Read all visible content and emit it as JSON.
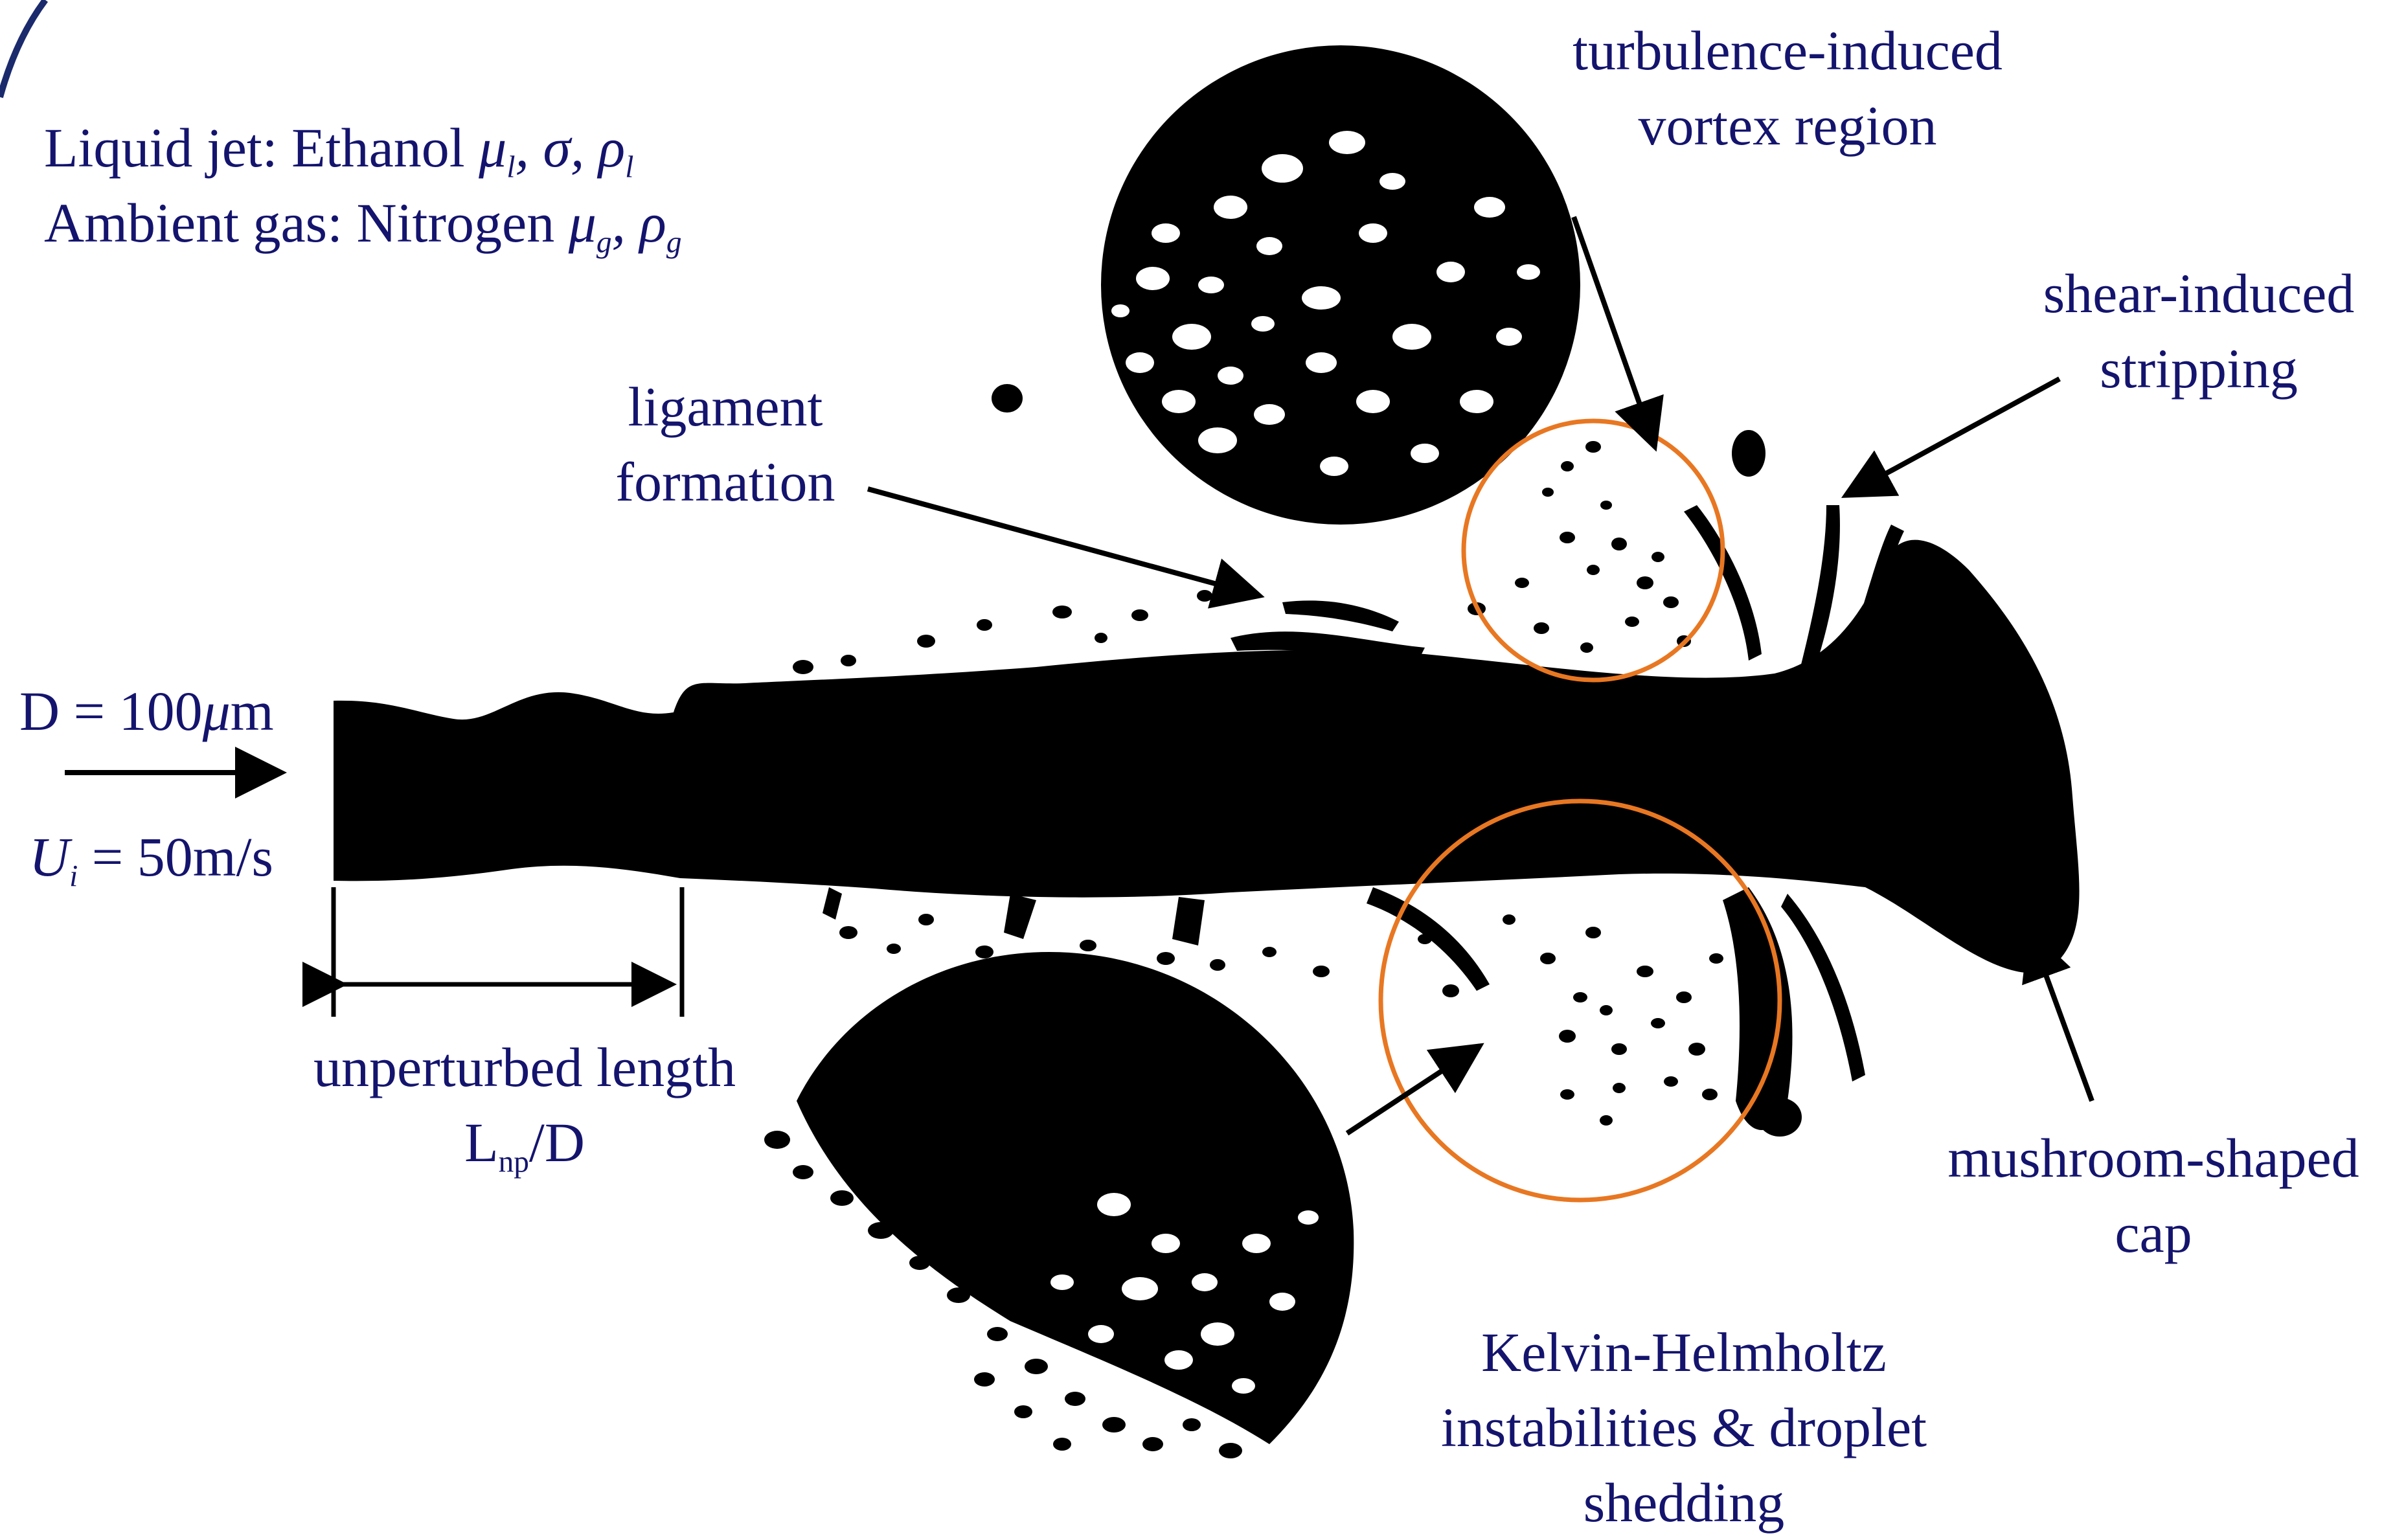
{
  "properties": {
    "line1_prefix": "Liquid jet: Ethanol",
    "line1_symbols": "μl, σ, ρl",
    "line2_prefix": "Ambient gas: Nitrogen",
    "line2_symbols": "μg, ρg"
  },
  "inlet": {
    "diameter_label": "D = 100μm",
    "velocity_label": "Ui = 50m/s"
  },
  "annotations": {
    "turbulence": [
      "turbulence-induced",
      "vortex region"
    ],
    "shear": [
      "shear-induced",
      "stripping"
    ],
    "ligament": [
      "ligament",
      "formation"
    ],
    "unperturbed": [
      "unperturbed length",
      "Lnp/D"
    ],
    "mushroom": [
      "mushroom-shaped",
      "cap"
    ],
    "kelvin": [
      "Kelvin-Helmholtz",
      "instabilities & droplet",
      "shedding"
    ]
  },
  "colors": {
    "text": "#14146e",
    "highlight_circle": "#e87722",
    "jet": "#000000",
    "corner_arc": "#1a2a6c"
  }
}
